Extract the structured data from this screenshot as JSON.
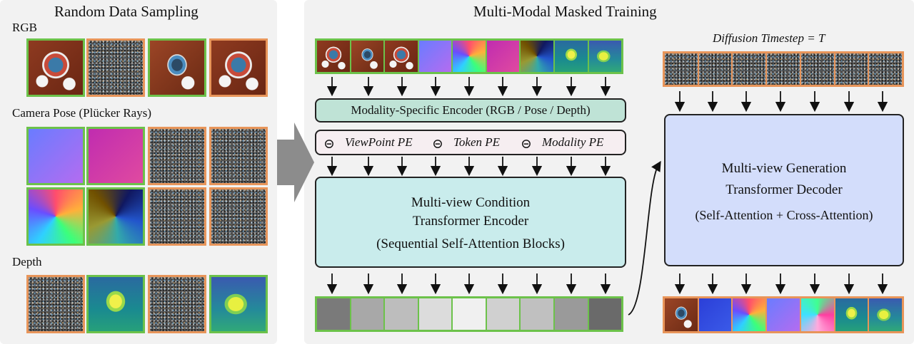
{
  "left_panel": {
    "title": "Random Data Sampling",
    "rgb_label": "RGB",
    "pose_label": "Camera Pose (Plücker Rays)",
    "depth_label": "Depth"
  },
  "middle_panel": {
    "title": "Multi-Modal Masked Training",
    "encoder_label": "Modality-Specific Encoder (RGB / Pose / Depth)",
    "pe": {
      "viewpoint": "ViewPoint PE",
      "token": "Token PE",
      "modality": "Modality PE"
    },
    "transformer": {
      "line1": "Multi-view Condition",
      "line2": "Transformer Encoder",
      "line3": "(Sequential Self-Attention Blocks)"
    },
    "output_token_shades": [
      "#7a7a7a",
      "#a8a8a8",
      "#bdbdbd",
      "#dcdcdc",
      "#f0f0f0",
      "#d0d0d0",
      "#c0c0c0",
      "#9a9a9a",
      "#6a6a6a"
    ]
  },
  "right_panel": {
    "timestep_label": "Diffusion Timestep = T",
    "decoder": {
      "line1": "Multi-view Generation",
      "line2": "Transformer Decoder",
      "line3": "(Self-Attention + Cross-Attention)"
    }
  },
  "colors": {
    "known_border": "#6cc24a",
    "generated_border": "#e8955a",
    "encoder_fill": "#bfe3d6",
    "transformer_fill": "#c9ecec",
    "decoder_fill": "#d3ddfb",
    "panel_bg": "#f2f2f2"
  }
}
